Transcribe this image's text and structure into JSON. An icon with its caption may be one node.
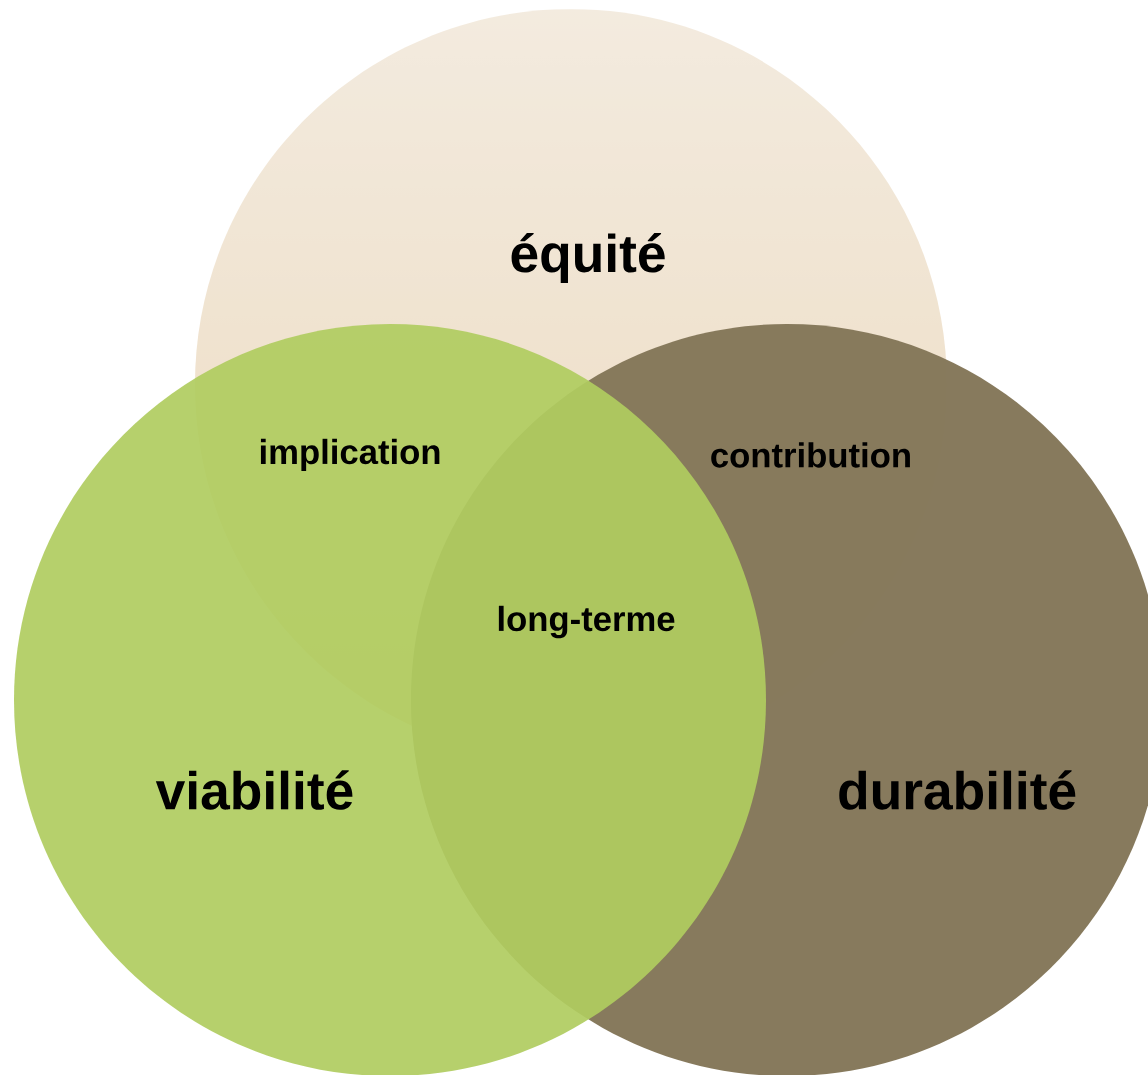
{
  "diagram": {
    "nodes": [
      {
        "text": [
          "équité"
        ]
      },
      {
        "text": [
          "durabilité"
        ]
      },
      {
        "text": [
          "viabilité"
        ]
      }
    ],
    "labels": [
      "implication",
      "contribution",
      "long-terme"
    ]
  }
}
